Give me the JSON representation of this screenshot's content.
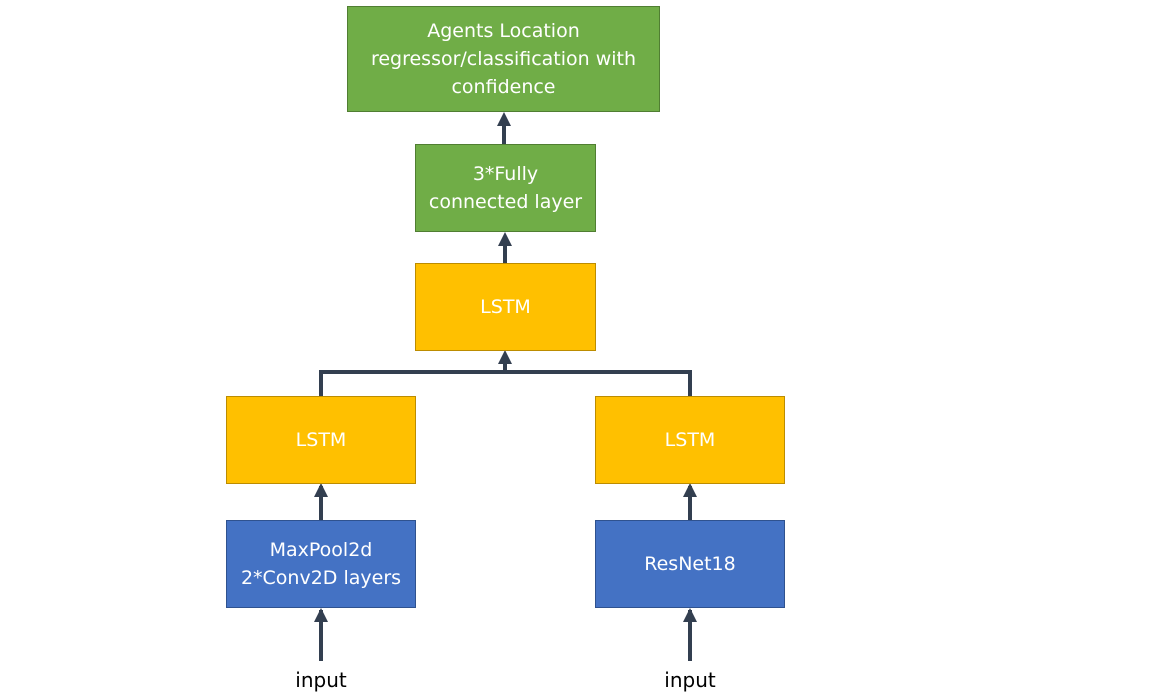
{
  "diagram": {
    "nodes": {
      "agents_location": {
        "lines": [
          "Agents Location",
          "regressor/classification with",
          "confidence"
        ],
        "color": "#70ad47"
      },
      "fully_connected": {
        "lines": [
          "3*Fully",
          "connected layer"
        ],
        "color": "#70ad47"
      },
      "lstm_top": {
        "lines": [
          "LSTM"
        ],
        "color": "#ffc000"
      },
      "lstm_left": {
        "lines": [
          "LSTM"
        ],
        "color": "#ffc000"
      },
      "lstm_right": {
        "lines": [
          "LSTM"
        ],
        "color": "#ffc000"
      },
      "conv": {
        "lines": [
          "MaxPool2d",
          "2*Conv2D layers"
        ],
        "color": "#4472c4"
      },
      "resnet": {
        "lines": [
          "ResNet18"
        ],
        "color": "#4472c4"
      }
    },
    "inputs": {
      "left": "input",
      "right": "input"
    },
    "edges": [
      {
        "from": "input-left",
        "to": "conv"
      },
      {
        "from": "input-right",
        "to": "resnet"
      },
      {
        "from": "conv",
        "to": "lstm_left"
      },
      {
        "from": "resnet",
        "to": "lstm_right"
      },
      {
        "from": "lstm_left",
        "to": "lstm_top"
      },
      {
        "from": "lstm_right",
        "to": "lstm_top"
      },
      {
        "from": "lstm_top",
        "to": "fully_connected"
      },
      {
        "from": "fully_connected",
        "to": "agents_location"
      }
    ],
    "connector_color": "#333f50"
  }
}
